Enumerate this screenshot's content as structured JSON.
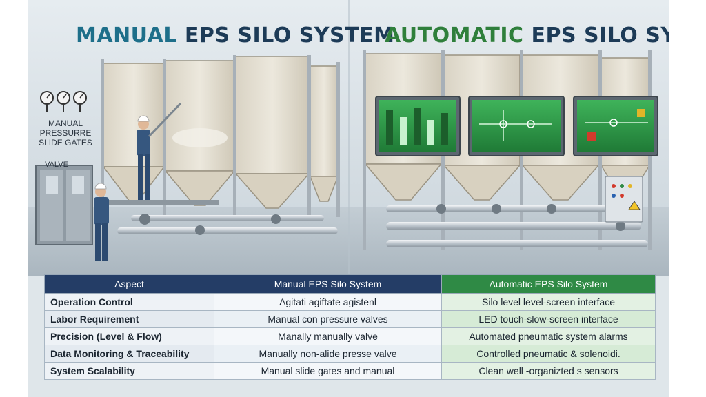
{
  "titles": {
    "left_accent": "MANUAL",
    "left_rest": " EPS SILO SYSTEM",
    "right_accent": "AUTOMATIC",
    "right_rest": " EPS SILO SYSTEM"
  },
  "wall_labels": {
    "gauges": "MANUAL PRESSURRE SLIDE GATES",
    "valve": "VALVE"
  },
  "table": {
    "headers": [
      "Aspect",
      "Manual EPS Silo System",
      "Automatic EPS Silo System"
    ],
    "rows": [
      [
        "Operation Control",
        "Agitati agiftate agistenl",
        "Silo level level-screen interface"
      ],
      [
        "Labor Requirement",
        "Manual con pressure valves",
        "LED touch-slow-screen interface"
      ],
      [
        "Precision (Level & Flow)",
        "Manally manually valve",
        "Automated pneumatic system alarms"
      ],
      [
        "Data Monitoring & Traceability",
        "Manually non-alide presse valve",
        "Controlled pneumatic & solenoidi."
      ],
      [
        "System Scalability",
        "Manual slide gates and manual",
        "Clean well -organizted s sensors"
      ]
    ]
  },
  "colors": {
    "header_blue": "#243d66",
    "header_green": "#2f8a45",
    "screen_green": "#2e9e4a"
  }
}
